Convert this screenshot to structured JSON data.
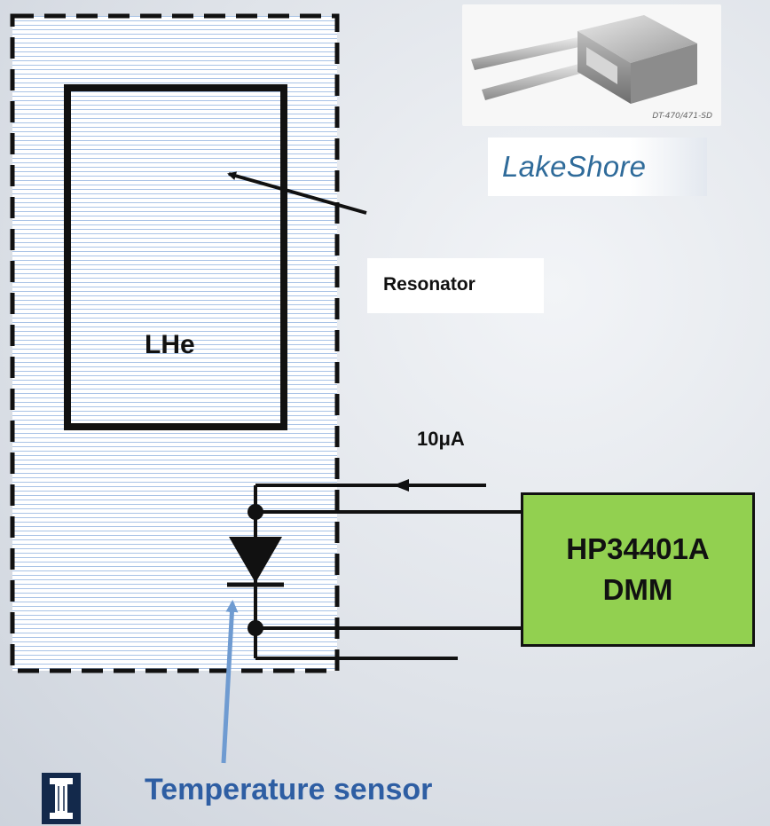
{
  "labels": {
    "resonator": "Resonator",
    "lhe": "LHe",
    "current": "10μA",
    "dmm_line1": "HP34401A",
    "dmm_line2": "DMM",
    "sensor": "Temperature sensor"
  },
  "photo": {
    "part_number": "DT-470/471-SD",
    "brand": "LakeShore"
  },
  "colors": {
    "dmm_fill": "#92d050",
    "sensor_text": "#2e5ea3",
    "sensor_arrow": "#6f9bd1",
    "brand_text": "#2f6b9a",
    "logo_blue": "#13294b"
  },
  "icons": {
    "logo": "university-logo-icon"
  }
}
